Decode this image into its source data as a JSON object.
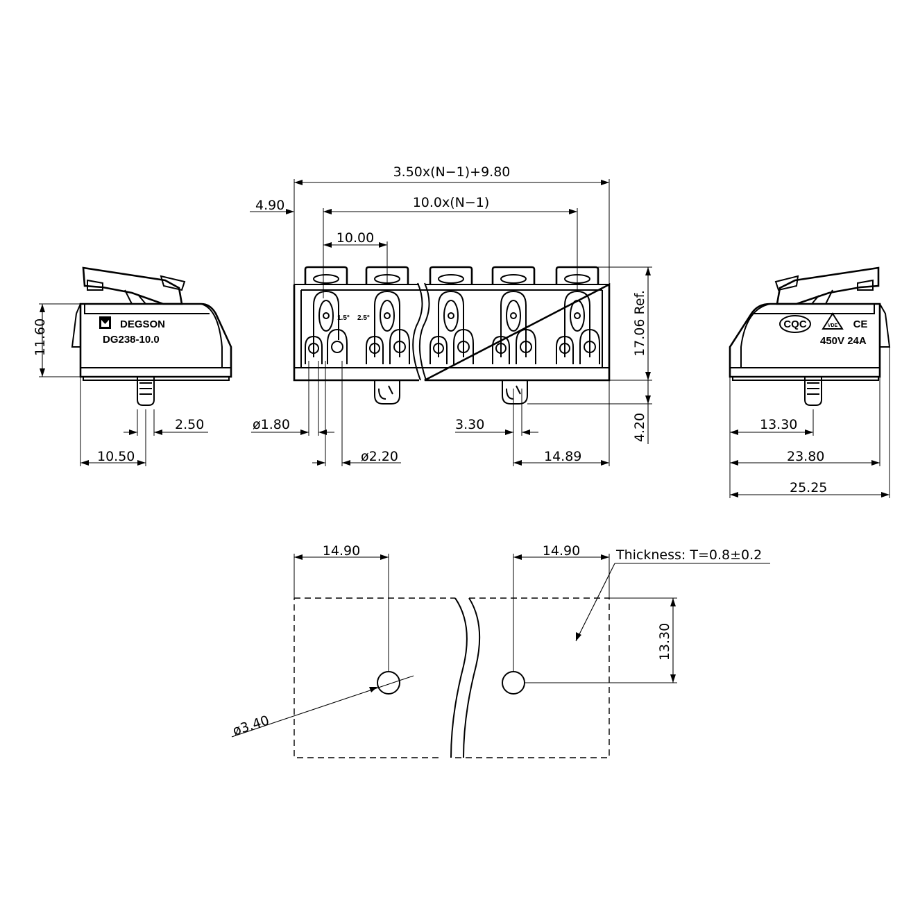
{
  "dimensions": {
    "overall_length": "3.50x(N−1)+9.80",
    "pitch_formula": "10.0x(N−1)",
    "left_offset": "4.90",
    "pitch": "10.00",
    "height_ref": "17.06 Ref.",
    "pin_length": "4.20",
    "side_height": "11.60",
    "side_pin_width": "2.50",
    "side_pin_offset": "10.50",
    "hole_small": "ø1.80",
    "hole_large": "ø2.20",
    "pin_width": "3.30",
    "pin_to_edge": "14.89",
    "right_pin_offset": "13.30",
    "right_depth": "23.80",
    "right_total_depth": "25.25",
    "pcb_offset_left": "14.90",
    "pcb_offset_right": "14.90",
    "pcb_hole_depth": "13.30",
    "pcb_hole_dia": "ø3.40",
    "thickness_note": "Thickness: T=0.8±0.2"
  },
  "labels": {
    "brand": "DEGSON",
    "model": "DG238-10.0",
    "wire_size_1": "1.5°",
    "wire_size_2": "2.5°",
    "cert_cqc": "CQC",
    "cert_vde": "VDE",
    "cert_ce": "CE",
    "rating": "450V 24A"
  }
}
